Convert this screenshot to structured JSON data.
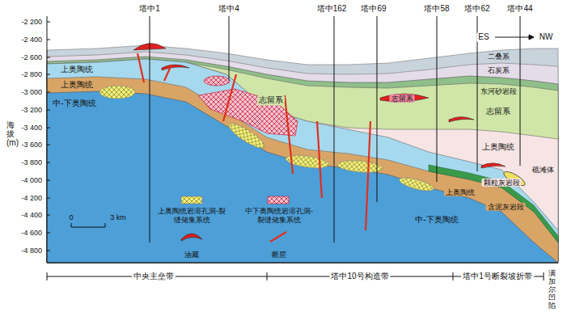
{
  "diagram": {
    "labels": [
      "塔中1",
      "塔中4",
      "塔中162",
      "塔中69",
      "塔中58",
      "塔中62",
      "塔中44",
      "ES",
      "NW",
      "海拔(m)",
      "-2 200",
      "-2 400",
      "-2 600",
      "-2 800",
      "-3 000",
      "-3 200",
      "-3 400",
      "-3 600",
      "-3 800",
      "-4 000",
      "-4 200",
      "-4 400",
      "-4 600",
      "-4 800",
      "上奥陶统",
      "上奥陶统",
      "中-下奥陶统",
      "二叠系",
      "石炭系",
      "东河砂岩段",
      "志留系",
      "志留系",
      "志留系",
      "上奥陶统",
      "礁滩体",
      "颗粒灰岩段",
      "上奥陶统",
      "含泥灰岩段",
      "中-下奥陶统",
      "0",
      "3 km",
      "中央主垒带",
      "塔中10号构造带",
      "塔中1号断裂坡折带",
      "满加尔凹陷"
    ],
    "legend": [
      {
        "text": "上奥陶统岩溶孔洞-裂缝储集系统",
        "color": "#f2ee7a"
      },
      {
        "text": "中下奥陶统岩溶孔洞-裂缝储集系统",
        "color": "#f4c0cc"
      },
      {
        "text": "油藏"
      },
      {
        "text": "断层"
      }
    ]
  }
}
